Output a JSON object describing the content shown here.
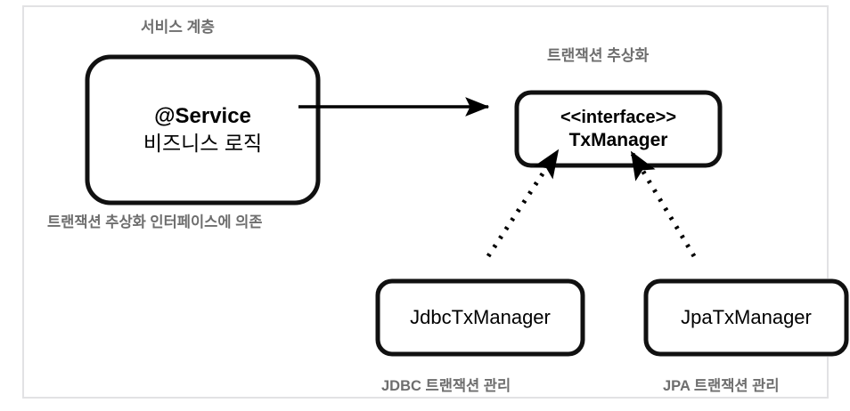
{
  "diagram": {
    "title_labels": {
      "service_layer": "서비스 계층",
      "tx_abstraction": "트랜잭션 추상화",
      "depends_on_interface": "트랜잭션 추상화 인터페이스에 의존",
      "jdbc_caption": "JDBC 트랜잭션 관리",
      "jpa_caption": "JPA 트랜잭션 관리"
    },
    "nodes": {
      "service": {
        "line1": "@Service",
        "line2": "비즈니스 로직"
      },
      "tx_manager": {
        "line1": "<<interface>>",
        "line2": "TxManager"
      },
      "jdbc_tx_manager": {
        "line1": "JdbcTxManager"
      },
      "jpa_tx_manager": {
        "line1": "JpaTxManager"
      }
    },
    "edges": [
      {
        "id": "service-to-txmanager",
        "from": "service",
        "to": "tx_manager",
        "style": "solid",
        "arrow": "filled",
        "label": ""
      },
      {
        "id": "jdbc-implements-txmanager",
        "from": "jdbc_tx_manager",
        "to": "tx_manager",
        "style": "dotted",
        "arrow": "filled",
        "label": ""
      },
      {
        "id": "jpa-implements-txmanager",
        "from": "jpa_tx_manager",
        "to": "tx_manager",
        "style": "dotted",
        "arrow": "filled",
        "label": ""
      }
    ],
    "colors": {
      "background": "#ffffff",
      "frame_border": "#e2e2e4",
      "node_border": "#111111",
      "node_text": "#000000",
      "label_text": "#6e6e6e",
      "edge": "#000000"
    }
  }
}
